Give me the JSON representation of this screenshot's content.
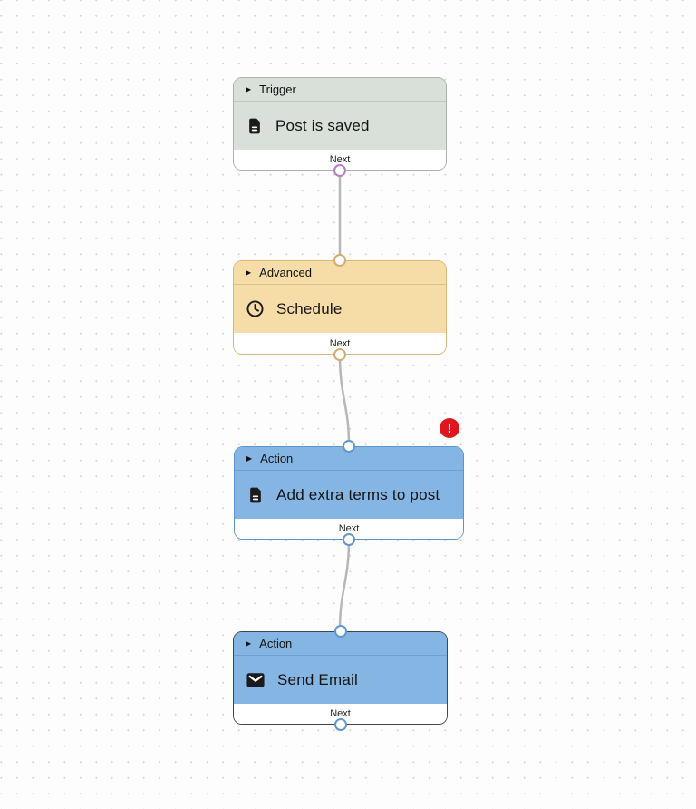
{
  "palette": {
    "canvas_bg": "#fdfdfd",
    "grid_dot": "#d7d7d7",
    "edge_line": "#b6b6bc",
    "trigger_bg": "#d9dfd9",
    "trigger_border": "#a9b3a9",
    "advanced_bg": "#f6dca6",
    "advanced_border": "#d5b67c",
    "action_bg": "#85b5e2",
    "action_border": "#5d94cd",
    "selected_border": "#41464c",
    "port_trigger_ring": "#b581bd",
    "port_advanced_ring": "#d3ac72",
    "port_action_ring": "#5f97d0",
    "error_badge_bg": "#e0161f"
  },
  "icons": {
    "collapse_arrow": "▶",
    "error_glyph": "!"
  },
  "nodes": [
    {
      "category": "Trigger",
      "title": "Post is saved",
      "icon": "document-icon",
      "output_label": "Next"
    },
    {
      "category": "Advanced",
      "title": "Schedule",
      "icon": "clock-icon",
      "output_label": "Next"
    },
    {
      "category": "Action",
      "title": "Add extra terms to post",
      "icon": "document-icon",
      "output_label": "Next",
      "has_error": true
    },
    {
      "category": "Action",
      "title": "Send Email",
      "icon": "mail-icon",
      "output_label": "Next",
      "selected": true
    }
  ]
}
